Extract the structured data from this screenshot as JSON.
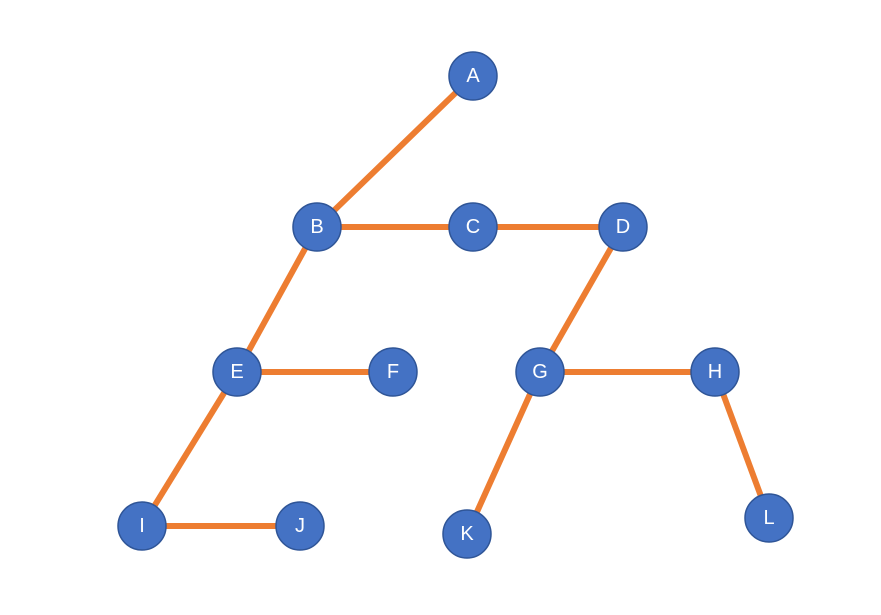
{
  "colors": {
    "node_fill": "#4472c4",
    "node_stroke": "#2f5597",
    "edge": "#ed7d31",
    "label": "#ffffff",
    "background": "#ffffff"
  },
  "nodes": [
    {
      "id": "A",
      "label": "A"
    },
    {
      "id": "B",
      "label": "B"
    },
    {
      "id": "C",
      "label": "C"
    },
    {
      "id": "D",
      "label": "D"
    },
    {
      "id": "E",
      "label": "E"
    },
    {
      "id": "F",
      "label": "F"
    },
    {
      "id": "G",
      "label": "G"
    },
    {
      "id": "H",
      "label": "H"
    },
    {
      "id": "I",
      "label": "I"
    },
    {
      "id": "J",
      "label": "J"
    },
    {
      "id": "K",
      "label": "K"
    },
    {
      "id": "L",
      "label": "L"
    }
  ],
  "edges": [
    {
      "from": "A",
      "to": "B"
    },
    {
      "from": "B",
      "to": "C"
    },
    {
      "from": "C",
      "to": "D"
    },
    {
      "from": "B",
      "to": "E"
    },
    {
      "from": "E",
      "to": "F"
    },
    {
      "from": "E",
      "to": "I"
    },
    {
      "from": "I",
      "to": "J"
    },
    {
      "from": "D",
      "to": "G"
    },
    {
      "from": "G",
      "to": "H"
    },
    {
      "from": "G",
      "to": "K"
    },
    {
      "from": "H",
      "to": "L"
    }
  ]
}
